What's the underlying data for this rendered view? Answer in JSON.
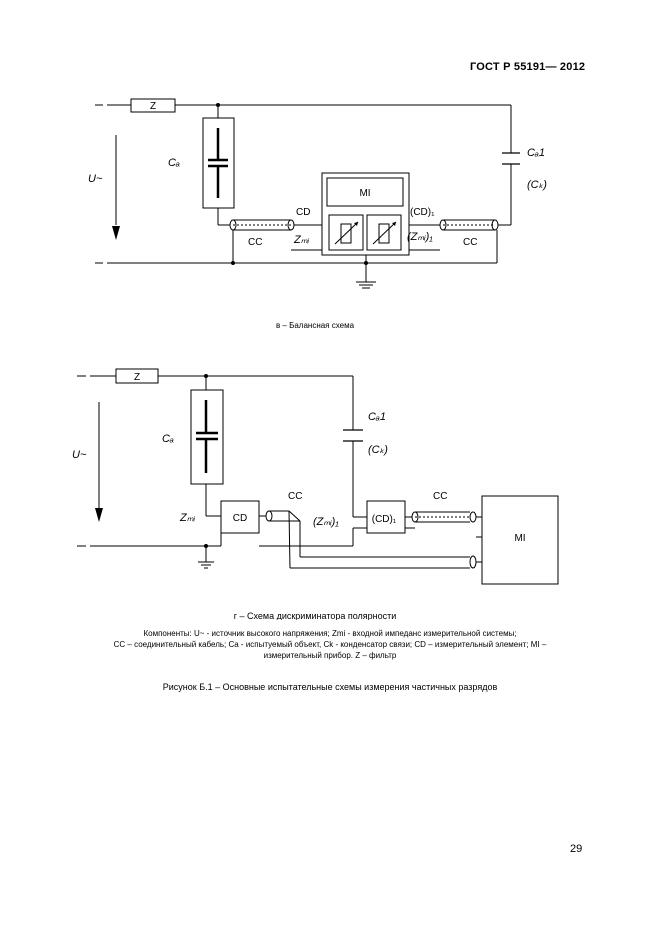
{
  "header": {
    "standard": "ГОСТ Р  55191— 2012"
  },
  "diagram_a": {
    "z": "Z",
    "u": "U~",
    "ca": "Cₐ",
    "ca1": "Cₐ1",
    "ck": "(Cₖ)",
    "cd": "CD",
    "cd1": "(CD)₁",
    "zmi": "Zₘᵢ",
    "zmi1": "(Zₘᵢ)₁",
    "cc_left": "CC",
    "cc_right": "CC",
    "mi": "MI",
    "caption": "в – Балансная схема"
  },
  "diagram_b": {
    "z": "Z",
    "u": "U~",
    "ca": "Cₐ",
    "ca1": "Cₐ1",
    "ck": "(Cₖ)",
    "zmi": "Zₘᵢ",
    "cd": "CD",
    "cc_left": "CC",
    "zmi1": "(Zₘᵢ)₁",
    "cd1": "(CD)₁",
    "cc_right": "CC",
    "mi": "MI",
    "caption": "г – Схема дискриминатора полярности"
  },
  "legend": {
    "line1": "Компоненты:  U~ - источник высокого напряжения;  Zmi - входной импеданс измерительной системы;",
    "line2": "CC – соединительный кабель; Ca - испытуемый объект, Ck - конденсатор связи; CD – измерительный элемент; MI –",
    "line3": "измерительный прибор. Z – фильтр"
  },
  "figure_caption": "Рисунок Б.1 – Основные испытательные схемы измерения частичных разрядов",
  "page_number": "29"
}
